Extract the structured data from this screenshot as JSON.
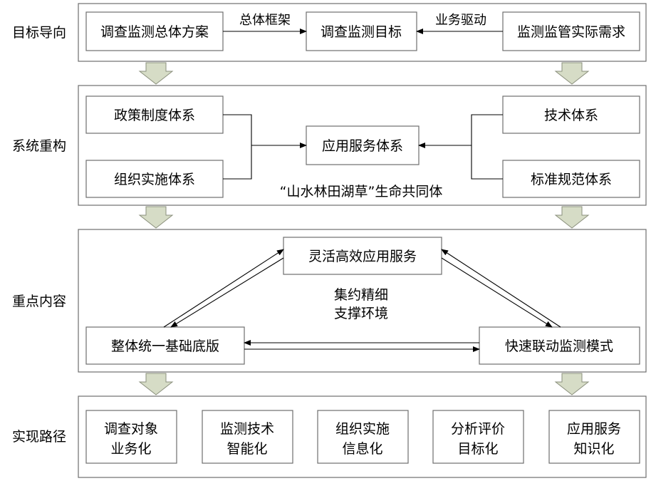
{
  "rows": {
    "goal": "目标导向",
    "system": "系统重构",
    "content": "重点内容",
    "path": "实现路径"
  },
  "goal_row": {
    "left_box": "调查监测总体方案",
    "center_box": "调查监测目标",
    "right_box": "监测监管实际需求",
    "left_arrow_label": "总体框架",
    "right_arrow_label": "业务驱动"
  },
  "system_row": {
    "policy": "政策制度体系",
    "organization": "组织实施体系",
    "service": "应用服务体系",
    "technology": "技术体系",
    "standard": "标准规范体系",
    "community": "“山水林田湖草”生命共同体"
  },
  "content_row": {
    "top": "灵活高效应用服务",
    "left": "整体统一基础底版",
    "right": "快速联动监测模式",
    "center_line1": "集约精细",
    "center_line2": "支撑环境"
  },
  "path_row": {
    "items": [
      {
        "line1": "调查对象",
        "line2": "业务化"
      },
      {
        "line1": "监测技术",
        "line2": "智能化"
      },
      {
        "line1": "组织实施",
        "line2": "信息化"
      },
      {
        "line1": "分析评价",
        "line2": "目标化"
      },
      {
        "line1": "应用服务",
        "line2": "知识化"
      }
    ]
  }
}
